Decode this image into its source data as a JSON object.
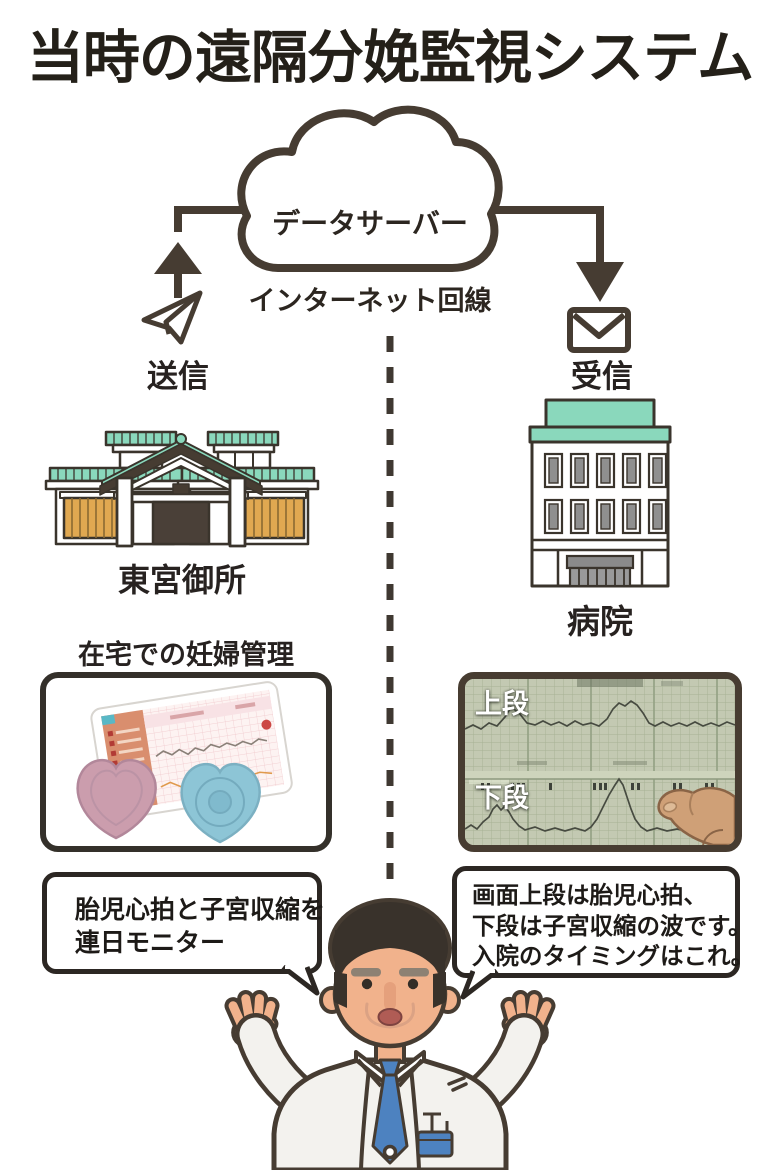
{
  "title": "当時の遠隔分娩監視システム",
  "network": {
    "cloud_label": "データサーバー",
    "connection_label": "インターネット回線",
    "send_label": "送信",
    "receive_label": "受信"
  },
  "sender": {
    "building_name": "東宮御所"
  },
  "receiver": {
    "building_name": "病院"
  },
  "home_panel": {
    "title": "在宅での妊婦管理"
  },
  "monitor_photo": {
    "upper_label": "上段",
    "lower_label": "下段"
  },
  "speech_bubbles": {
    "left": {
      "lines": [
        "胎児心拍と子宮収縮を",
        "連日モニター"
      ]
    },
    "right": {
      "lines": [
        "画面上段は胎児心拍、",
        "下段は子宮収縮の波です。",
        "入院のタイミングはこれ。"
      ]
    }
  },
  "colors": {
    "ink": "#463c32",
    "teal": "#8ad8bc",
    "fence_orange": "#e0a851",
    "tie_blue": "#4d82c0",
    "device_pink": "#cb9dad",
    "device_blue": "#8dc5d6",
    "ctg_paper": "#c3c9b2"
  }
}
